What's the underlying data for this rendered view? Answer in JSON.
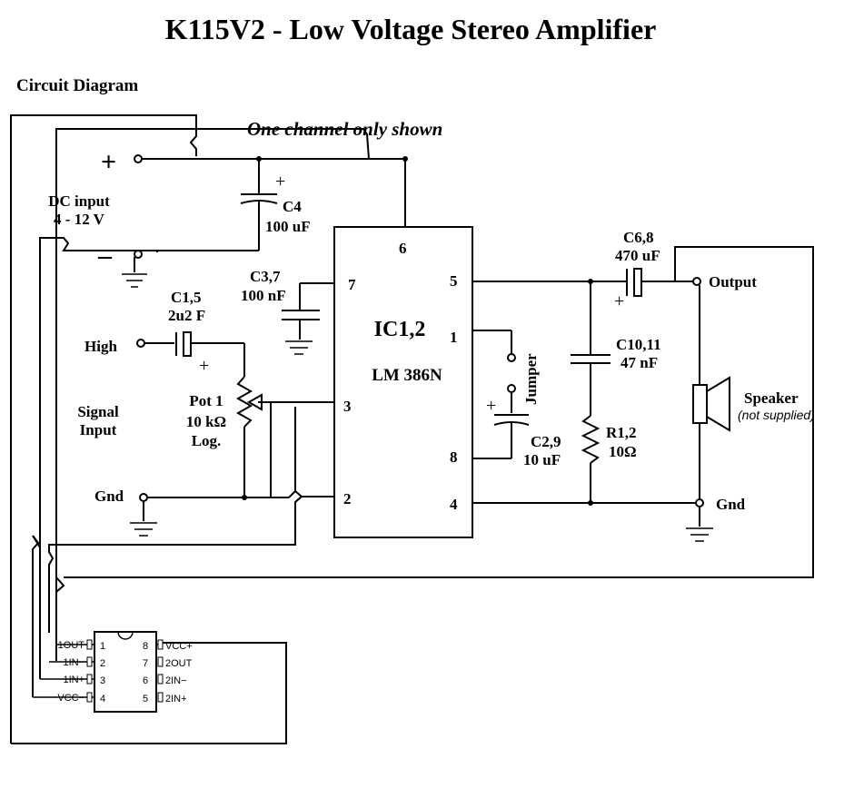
{
  "title": "K115V2 - Low Voltage Stereo Amplifier",
  "section": "Circuit Diagram",
  "note": "One channel only shown",
  "dc": {
    "plus": "+",
    "minus": "–",
    "label1": "DC input",
    "label2": "4 - 12 V"
  },
  "c4": {
    "name": "C4",
    "value": "100 uF"
  },
  "c37": {
    "name": "C3,7",
    "value": "100 nF"
  },
  "c15": {
    "name": "C1,5",
    "value": "2u2 F"
  },
  "high": "High",
  "signal": {
    "l1": "Signal",
    "l2": "Input"
  },
  "pot": {
    "l1": "Pot 1",
    "l2": "10 kΩ",
    "l3": "Log."
  },
  "gnd": "Gnd",
  "ic": {
    "name": "IC1,2",
    "part": "LM 386N",
    "pins": [
      "6",
      "7",
      "5",
      "1",
      "3",
      "8",
      "2",
      "4"
    ]
  },
  "jumper": "Jumper",
  "c29": {
    "name": "C2,9",
    "value": "10 uF"
  },
  "c1011": {
    "name": "C10,11",
    "value": "47 nF"
  },
  "r12": {
    "name": "R1,2",
    "value": "10Ω"
  },
  "c68": {
    "name": "C6,8",
    "value": "470 uF"
  },
  "output": "Output",
  "speaker": {
    "name": "Speaker",
    "note": "(not supplied)"
  },
  "gnd2": "Gnd",
  "plus_sign": "+",
  "chip": {
    "left": [
      {
        "pin": "1",
        "label": "1OUT"
      },
      {
        "pin": "2",
        "label": "1IN−"
      },
      {
        "pin": "3",
        "label": "1IN+"
      },
      {
        "pin": "4",
        "label": "VCC−"
      }
    ],
    "right": [
      {
        "pin": "8",
        "label": "VCC+"
      },
      {
        "pin": "7",
        "label": "2OUT"
      },
      {
        "pin": "6",
        "label": "2IN−"
      },
      {
        "pin": "5",
        "label": "2IN+"
      }
    ]
  }
}
